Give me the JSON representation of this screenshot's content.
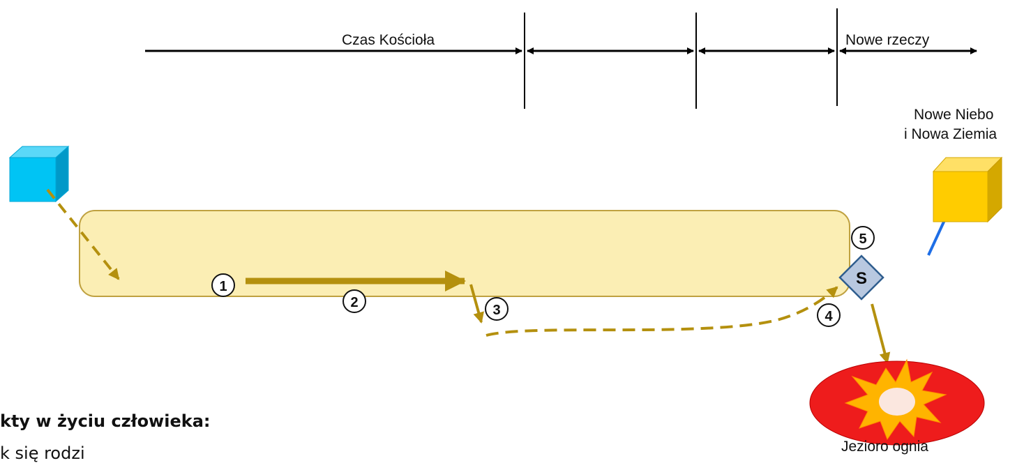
{
  "timeline": {
    "church_time_label": "Czas Kościoła",
    "new_things_label": "Nowe rzeczy"
  },
  "destinations": {
    "new_heaven_line1": "Nowe Niebo",
    "new_heaven_line2": "i Nowa Ziemia",
    "lake_of_fire": "Jezioro ognia"
  },
  "markers": {
    "m1": "1",
    "m2": "2",
    "m3": "3",
    "m4": "4",
    "m5": "5",
    "judgment": "S"
  },
  "heading": {
    "title_partial": "kty w życiu człowieka:",
    "first_line_partial": "k się rodzi"
  },
  "colors": {
    "band_fill": "#fbeeb4",
    "band_stroke": "#bfa140",
    "path_gold": "#b4900e",
    "cube_blue": "#00c4f4",
    "cube_gold": "#ffcc00",
    "judgment_fill": "#b8c8e0",
    "judgment_stroke": "#2f5d8e",
    "arrow_blue": "#1e6ee6",
    "fire_red": "#ee1c1c",
    "fire_orange": "#ffb400"
  }
}
